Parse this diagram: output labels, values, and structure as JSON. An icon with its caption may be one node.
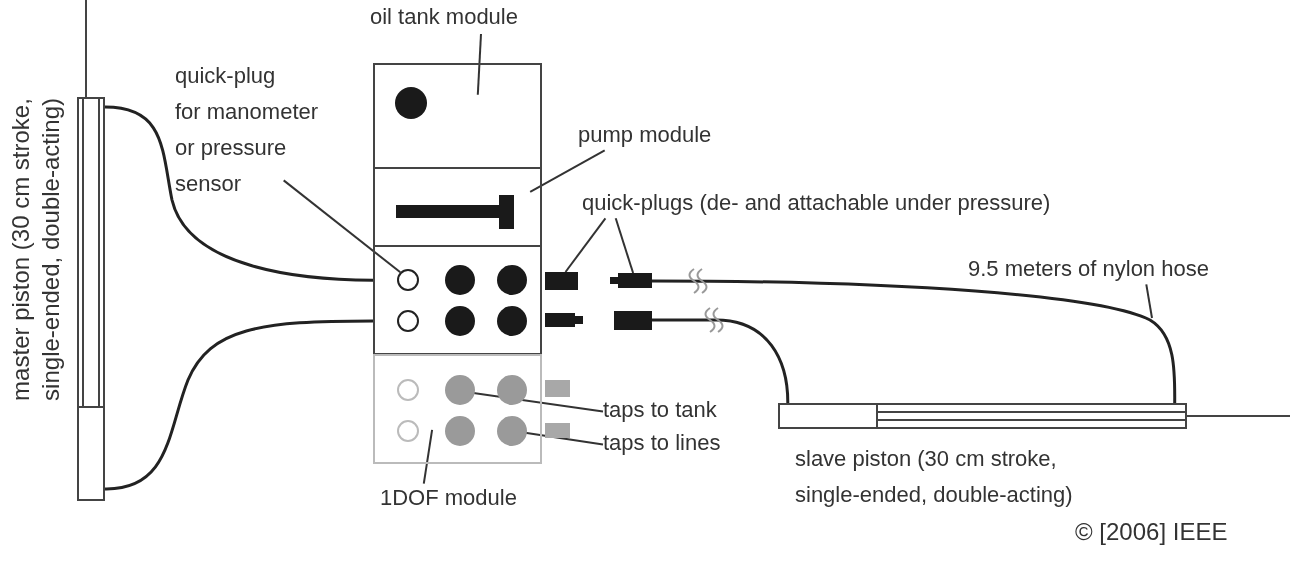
{
  "diagram": {
    "nodes": [
      {
        "text": [],
        "shape": "cylinder",
        "beside": [
          "master piston (30 cm stroke, single-ended, double-acting)"
        ]
      },
      {
        "text": [
          "oil tank module"
        ]
      },
      {
        "text": [],
        "shape": "box"
      },
      {
        "text": [
          "quick-plug for manometer or pressure sensor"
        ]
      },
      {
        "text": [
          "pump module"
        ]
      },
      {
        "text": [],
        "shape": "box"
      },
      {
        "text": [
          "quick-plugs (de- and attachable under pressure)"
        ]
      },
      {
        "text": [],
        "shape": "box"
      },
      {
        "text": [],
        "shape": "circle",
        "in": 7
      },
      {
        "text": [],
        "shape": "box"
      },
      {
        "text": [],
        "shape": "box"
      },
      {
        "text": [],
        "shape": "box"
      },
      {
        "text": [],
        "shape": "box"
      },
      {
        "text": [
          "9.5 meters of nylon hose"
        ]
      },
      {
        "text": [],
        "shape": "box"
      },
      {
        "text": [],
        "shape": "circle",
        "in": 14
      },
      {
        "text": [],
        "shape": "circle",
        "in": 14
      },
      {
        "text": [
          "taps to tank"
        ]
      },
      {
        "text": [
          "taps to lines"
        ]
      },
      {
        "text": [],
        "shape": "cylinder",
        "beside": [
          "slave piston (30 cm stroke, single-ended, double-acting)"
        ]
      },
      {
        "text": [
          "1DOF module"
        ]
      },
      {
        "text": [],
        "shape": "circle",
        "in": 7
      },
      {
        "text": [],
        "shape": "circle",
        "in": 7
      },
      {
        "text": [],
        "shape": "circle",
        "in": 7
      },
      {
        "text": [],
        "shape": "circle",
        "in": 7
      },
      {
        "text": [],
        "shape": "circle",
        "in": 7
      },
      {
        "text": [],
        "shape": "circle",
        "in": 14
      },
      {
        "text": [],
        "shape": "circle",
        "in": 14
      },
      {
        "text": [],
        "shape": "circle",
        "in": 14
      },
      {
        "text": [],
        "shape": "circle",
        "in": 14
      }
    ],
    "edges": [
      {
        "from": 1,
        "to": 2,
        "arrow": "none"
      },
      {
        "from": 3,
        "to": 8,
        "arrow": "none"
      },
      {
        "from": 4,
        "to": 5,
        "arrow": "none"
      },
      {
        "from": 6,
        "to": 9,
        "arrow": "none"
      },
      {
        "from": 6,
        "to": 10,
        "arrow": "none"
      },
      {
        "from": 0,
        "to": 7,
        "arrow": "none"
      },
      {
        "from": 0,
        "to": 7,
        "arrow": "none"
      },
      {
        "from": 10,
        "to": 19,
        "arrow": "none"
      },
      {
        "from": 12,
        "to": 19,
        "arrow": "none"
      },
      {
        "from": 13,
        "to": null,
        "arrow": "none"
      },
      {
        "from": 17,
        "to": 15,
        "arrow": "none"
      },
      {
        "from": 18,
        "to": 16,
        "arrow": "none"
      },
      {
        "from": 20,
        "to": 14,
        "arrow": "none"
      }
    ],
    "labels": [
      "© [2006] IEEE"
    ]
  }
}
